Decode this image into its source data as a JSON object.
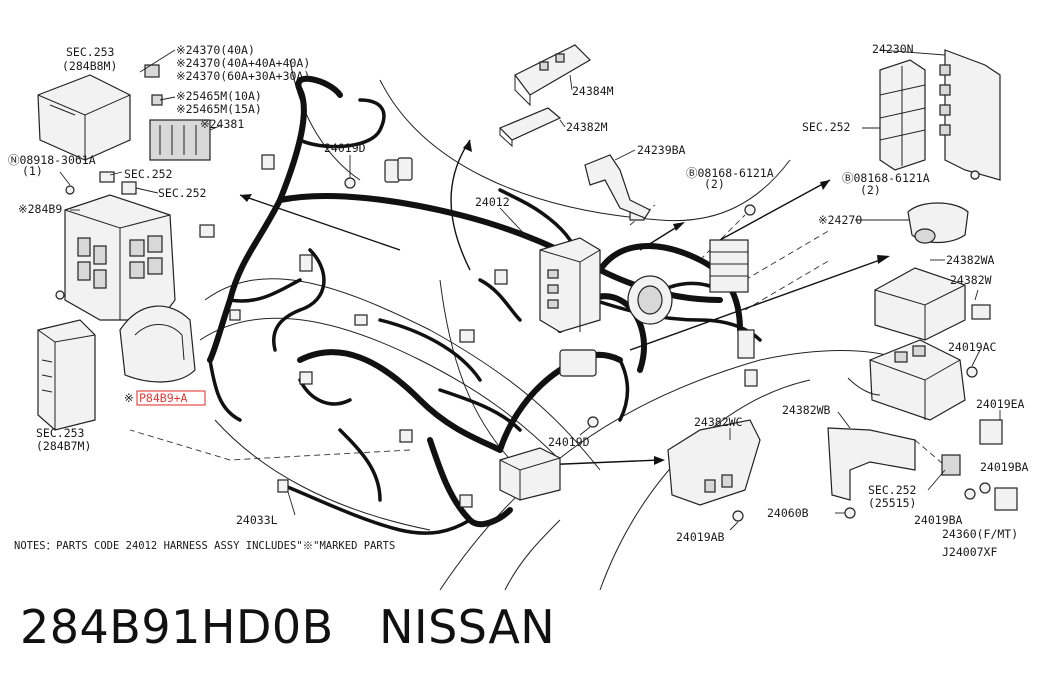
{
  "labels": {
    "sec253_top_a": "SEC.253",
    "sec253_top_b": "(284B8M)",
    "p24370_a": "※24370(40A)",
    "p24370_b": "※24370(40A+40A+40A)",
    "p24370_c": "※24370(60A+30A+30A)",
    "p25465_a": "※25465M(10A)",
    "p25465_b": "※25465M(15A)",
    "p24381": "※24381",
    "p08918": "Ⓝ08918-3061A",
    "p08918_qty": "(1)",
    "sec252_a": "SEC.252",
    "sec252_b": "SEC.252",
    "p284b9": "※284B9",
    "p284b9a": "P84B9+A",
    "p284b9a_star": "※",
    "sec253_bot_a": "SEC.253",
    "sec253_bot_b": "(284B7M)",
    "p24019d_top": "24019D",
    "p24384m": "24384M",
    "p24382m": "24382M",
    "p24239ba": "24239BA",
    "p08168_mid": "Ⓑ08168-6121A",
    "p08168_mid_qty": "(2)",
    "p24012": "24012",
    "p24230n": "24230N",
    "sec252_right": "SEC.252",
    "p08168_right": "Ⓑ08168-6121A",
    "p08168_right_qty": "(2)",
    "p24270": "※24270",
    "p24382wa": "24382WA",
    "p24382w": "24382W",
    "p24019ac": "24019AC",
    "p24019ea": "24019EA",
    "p24382wb": "24382WB",
    "p24382wc": "24382WC",
    "p24019d_bot": "24019D",
    "p24019ba_a": "24019BA",
    "sec252_bot": "SEC.252",
    "sec252_bot_b": "(25515)",
    "p24019ba_b": "24019BA",
    "p24060b": "24060B",
    "p24019ab": "24019AB",
    "p24360": "24360(F/MT)",
    "p24033l": "24033L",
    "notes": "NOTES：PARTS CODE 24012 HARNESS ASSY INCLUDES\"※\"MARKED PARTS",
    "figure_id": "J24007XF"
  },
  "caption": {
    "part_number": "284B91HD0B",
    "brand": "NISSAN"
  },
  "colors": {
    "highlight": "#e53935",
    "ink": "#111111"
  }
}
